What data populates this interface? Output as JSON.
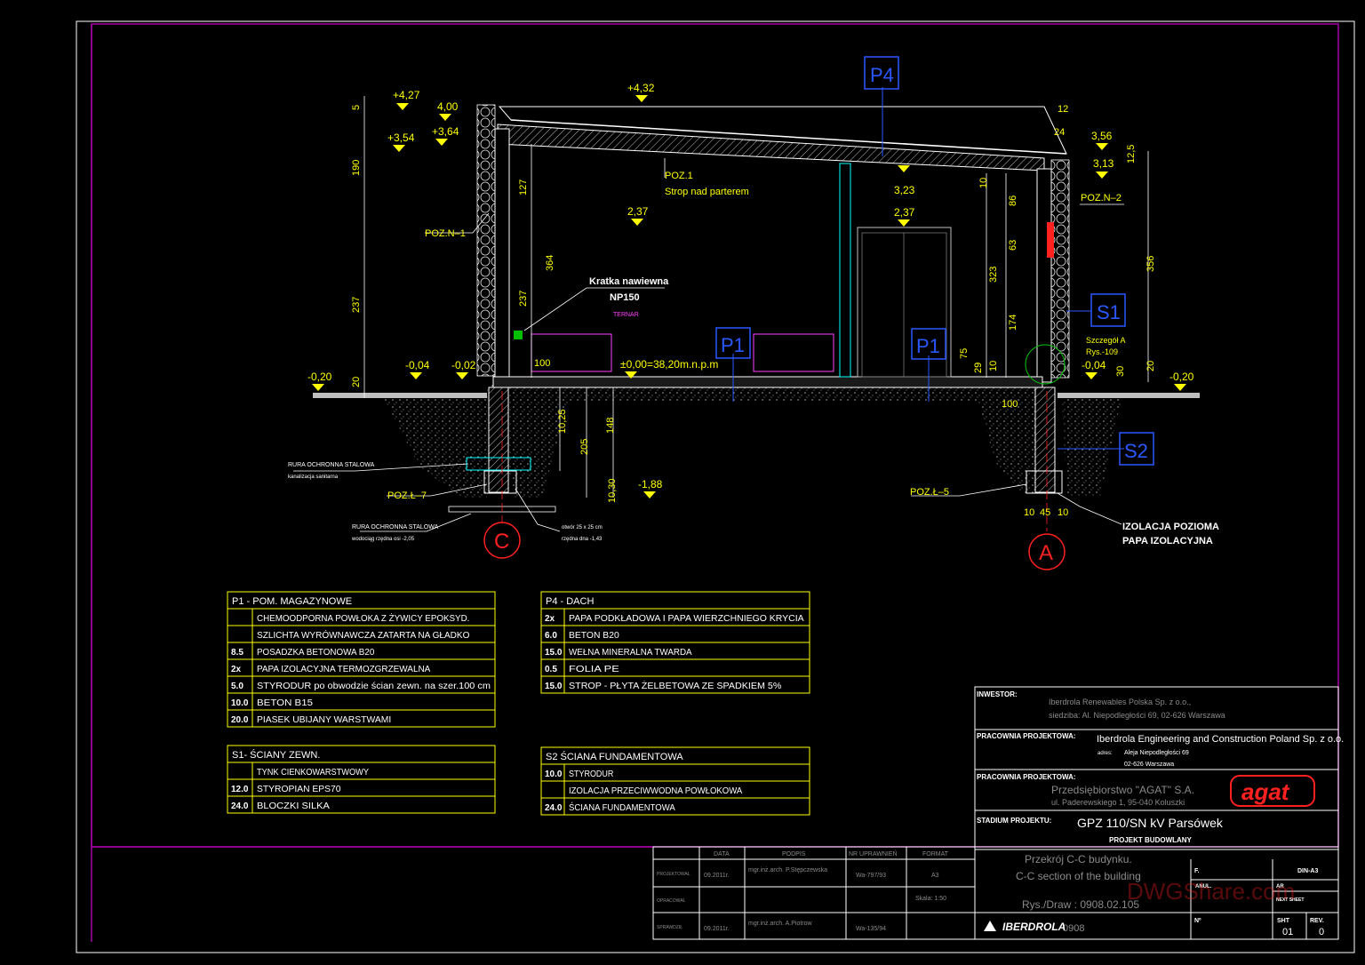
{
  "levels": {
    "l427": "+4,27",
    "l400": "4,00",
    "l354": "+3,54",
    "l364": "+3,64",
    "l432": "+4,32",
    "l356": "3,56",
    "l313": "3,13",
    "l323": "3,23",
    "l237a": "2,37",
    "l237b": "2,37",
    "lm020a": "-0,20",
    "lm004a": "-0,04",
    "lm002": "-0,02",
    "zero": "±0,00=38,20m.n.p.m",
    "lm004b": "-0,04",
    "lm020b": "-0,20",
    "lm188": "-1,88"
  },
  "dims": {
    "d5": "5",
    "d190": "190",
    "d237": "237",
    "d20a": "20",
    "d127": "127",
    "d364": "364",
    "d237b": "237",
    "d100a": "100",
    "d10a": "10",
    "d86": "86",
    "d63": "63",
    "d323": "323",
    "d174": "174",
    "d75": "75",
    "d29": "29",
    "d10b": "10",
    "d12": "12",
    "d24": "24",
    "d125": "12,5",
    "d356": "356",
    "d20b": "20",
    "d30": "30",
    "d100b": "100",
    "d1025": "10,25",
    "d205": "205",
    "d148": "148",
    "d1030": "10,30",
    "dA10a": "10",
    "dA45": "45",
    "dA10b": "10"
  },
  "labels": {
    "poz1": "POZ.1",
    "strop": "Strop nad parterem",
    "pozn1": "POZ.N–1",
    "pozn2": "POZ.N–2",
    "kratka": "Kratka nawiewna",
    "np150": "NP150",
    "ternar": "TERNAR",
    "szczegol": "Szczegół A",
    "rys": "Rys.-109",
    "pozl7": "POZ.Ł–7",
    "pozl5": "POZ.Ł–5",
    "rura1": "RURA OCHRONNA STALOWA",
    "rura1b": "kanalizacja sanitarna",
    "rura2": "RURA OCHRONNA STALOWA",
    "rura2b": "wodociąg     rzędna osi -2,05",
    "otwor": "otwór 25 x 25 cm",
    "otwor2": "rzędna dna -1,43",
    "izol1": "IZOLACJA POZIOMA",
    "izol2": "PAPA IZOLACYJNA"
  },
  "tags": {
    "p4": "P4",
    "p1a": "P1",
    "p1b": "P1",
    "s1": "S1",
    "s2": "S2",
    "c": "C",
    "a": "A"
  },
  "layers": {
    "p1": {
      "title": "P1 -  POM. MAGAZYNOWE",
      "rows": [
        [
          "",
          "CHEMOODPORNA POWŁOKA Z ŻYWICY EPOKSYD."
        ],
        [
          "",
          "SZLICHTA WYRÓWNAWCZA ZATARTA NA GŁADKO"
        ],
        [
          "8.5",
          "POSADZKA BETONOWA B20"
        ],
        [
          "2x",
          "PAPA IZOLACYJNA TERMOZGRZEWALNA"
        ],
        [
          "5.0",
          "STYRODUR po obwodzie ścian zewn. na szer.100 cm"
        ],
        [
          "10.0",
          "BETON  B15"
        ],
        [
          "20.0",
          "PIASEK UBIJANY WARSTWAMI"
        ]
      ]
    },
    "p4": {
      "title": "P4 -  DACH",
      "rows": [
        [
          "2x",
          "PAPA PODKŁADOWA I PAPA WIERZCHNIEGO KRYCIA"
        ],
        [
          "6.0",
          "BETON B20"
        ],
        [
          "15.0",
          "WEŁNA MINERALNA TWARDA"
        ],
        [
          "0.5",
          "FOLIA  PE"
        ],
        [
          "15.0",
          "STROP - PŁYTA ŻELBETOWA ZE SPADKIEM 5%"
        ]
      ]
    },
    "s1": {
      "title": "S1-  ŚCIANY ZEWN.",
      "rows": [
        [
          "",
          "TYNK CIENKOWARSTWOWY"
        ],
        [
          "12.0",
          "STYROPIAN EPS70"
        ],
        [
          "24.0",
          "BLOCZKI SILKA"
        ]
      ]
    },
    "s2": {
      "title": "S2    ŚCIANA FUNDAMENTOWA",
      "rows": [
        [
          "10.0",
          "STYRODUR"
        ],
        [
          "",
          "IZOLACJA PRZECIWWODNA POWŁOKOWA"
        ],
        [
          "24.0",
          "ŚCIANA FUNDAMENTOWA"
        ]
      ]
    }
  },
  "title_block": {
    "inwestor_label": "INWESTOR:",
    "inwestor1": "Iberdrola Renewables Polska Sp. z o.o.,",
    "inwestor2": "siedziba: Al. Niepodległości 69, 02-626 Warszawa",
    "prac1_label": "PRACOWNIA PROJEKTOWA:",
    "prac1_name": "Iberdrola Engineering and Construction Poland Sp. z o.o.",
    "prac1_adr_label": "adres:",
    "prac1_adr1": "Aleja Niepodległości 69",
    "prac1_adr2": "02-626 Warszawa",
    "prac2_label": "PRACOWNIA PROJEKTOWA:",
    "prac2_name": "Przedsiębiorstwo \"AGAT\" S.A.",
    "prac2_adr": "ul. Paderewskiego 1, 95-040 Koluszki",
    "logo": "agat",
    "stadium_label": "STADIUM PROJEKTU:",
    "project": "GPZ 110/SN  kV Parsówek",
    "projekt_budowlany": "PROJEKT BUDOWLANY",
    "drawing_pl": "Przekrój C-C budynku.",
    "drawing_en": "C-C section of the building",
    "rys": "Rys./Draw : 0908.02.105",
    "number": "0908",
    "iberdrola": "IBERDROLA",
    "hdr_data": "DATA",
    "hdr_podpis": "PODPIS",
    "hdr_nr": "NR UPRAWNIEŃ",
    "hdr_format": "FORMAT",
    "r1_label": "PROJEKTOWAŁ",
    "r1_date": "09.2011r.",
    "r1_name": "mgr.inż.arch. P.Stępczewska",
    "r1_nr": "Wa-797/93",
    "format": "A3",
    "r2_label": "OPRACOWAŁ",
    "r3_label": "SPRAWDZIŁ",
    "r3_date": "09.2011r.",
    "r3_name": "mgr.inż.arch. A.Piotrow",
    "r3_nr": "Wa-135/94",
    "scale": "Skala:  1:50",
    "f_label": "F.",
    "f_val": "DIN-A3",
    "anul": "ANUL.",
    "ar": "AR",
    "next_sheet": "NEXT SHEET",
    "nr_label": "Nº",
    "sht_label": "SHT",
    "sht": "01",
    "rev_label": "REV.",
    "rev": "0",
    "watermark": "DWGShare.com"
  },
  "colors": {
    "frame": "#a400a4",
    "table": "#ffff00",
    "roof": "#ffffff",
    "tags": "#2a58ff",
    "grid": "#ff2020"
  }
}
